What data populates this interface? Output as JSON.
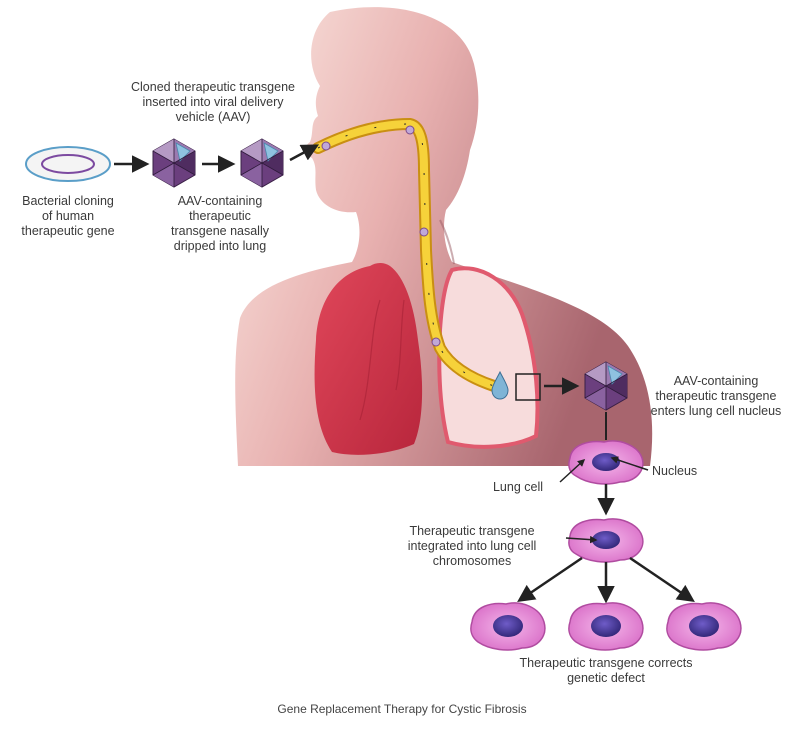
{
  "labels": {
    "cloned_transgene": [
      "Cloned therapeutic transgene",
      "inserted into viral delivery",
      "vehicle (AAV)"
    ],
    "bacterial_cloning": [
      "Bacterial cloning",
      "of human",
      "therapeutic gene"
    ],
    "aav_nasal": [
      "AAV-containing",
      "therapeutic",
      "transgene nasally",
      "dripped into lung"
    ],
    "aav_enters_nucleus": [
      "AAV-containing",
      "therapeutic transgene",
      "enters lung cell nucleus"
    ],
    "lung_cell": "Lung cell",
    "nucleus": "Nucleus",
    "integrated": [
      "Therapeutic transgene",
      "integrated into lung cell",
      "chromosomes"
    ],
    "corrects": [
      "Therapeutic transgene corrects",
      "genetic defect"
    ]
  },
  "caption": "Gene Replacement Therapy for Cystic Fibrosis",
  "colors": {
    "skin_light": "#f6dcd5",
    "skin_dark": "#b7737a",
    "lung_red": "#d63a50",
    "lung_outline": "#e06070",
    "airway_yellow": "#f3c72a",
    "virus_purple": "#7c4a8a",
    "virus_blue": "#7fb4d6",
    "cell_pink": "#e88fd6",
    "nucleus_blue": "#4a3a9a"
  }
}
